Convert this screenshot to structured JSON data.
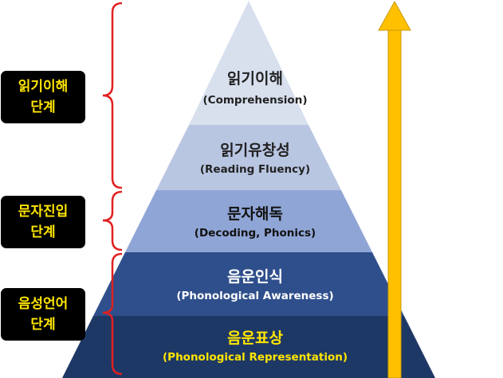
{
  "levels": [
    {
      "title": "읽기이해",
      "subtitle": "(Comprehension)"
    },
    {
      "title": "읽기유창성",
      "subtitle": "(Reading Fluency)"
    },
    {
      "title": "문자해독",
      "subtitle": "(Decoding, Phonics)"
    },
    {
      "title": "음운인식",
      "subtitle": "(Phonological Awareness)"
    },
    {
      "title": "음운표상",
      "subtitle": "(Phonological Representation)"
    }
  ],
  "stages": [
    {
      "line1": "읽기이해",
      "line2": "단계"
    },
    {
      "line1": "문자진입",
      "line2": "단계"
    },
    {
      "line1": "음성언어",
      "line2": "단계"
    }
  ],
  "colors": {
    "level_fill": [
      "#d8e0ee",
      "#b9c6e2",
      "#8fa5d6",
      "#2f4f8c",
      "#1e3866"
    ],
    "level_text": [
      "#222222",
      "#222222",
      "#111111",
      "#ffffff",
      "#ffe600"
    ],
    "bracket": "#e02020",
    "arrow": "#ffc000",
    "arrow_edge": "#c89a00",
    "stage_bg": "#000000",
    "stage_text": "#ffe600"
  },
  "icons": {
    "arrow": "up-arrow"
  }
}
